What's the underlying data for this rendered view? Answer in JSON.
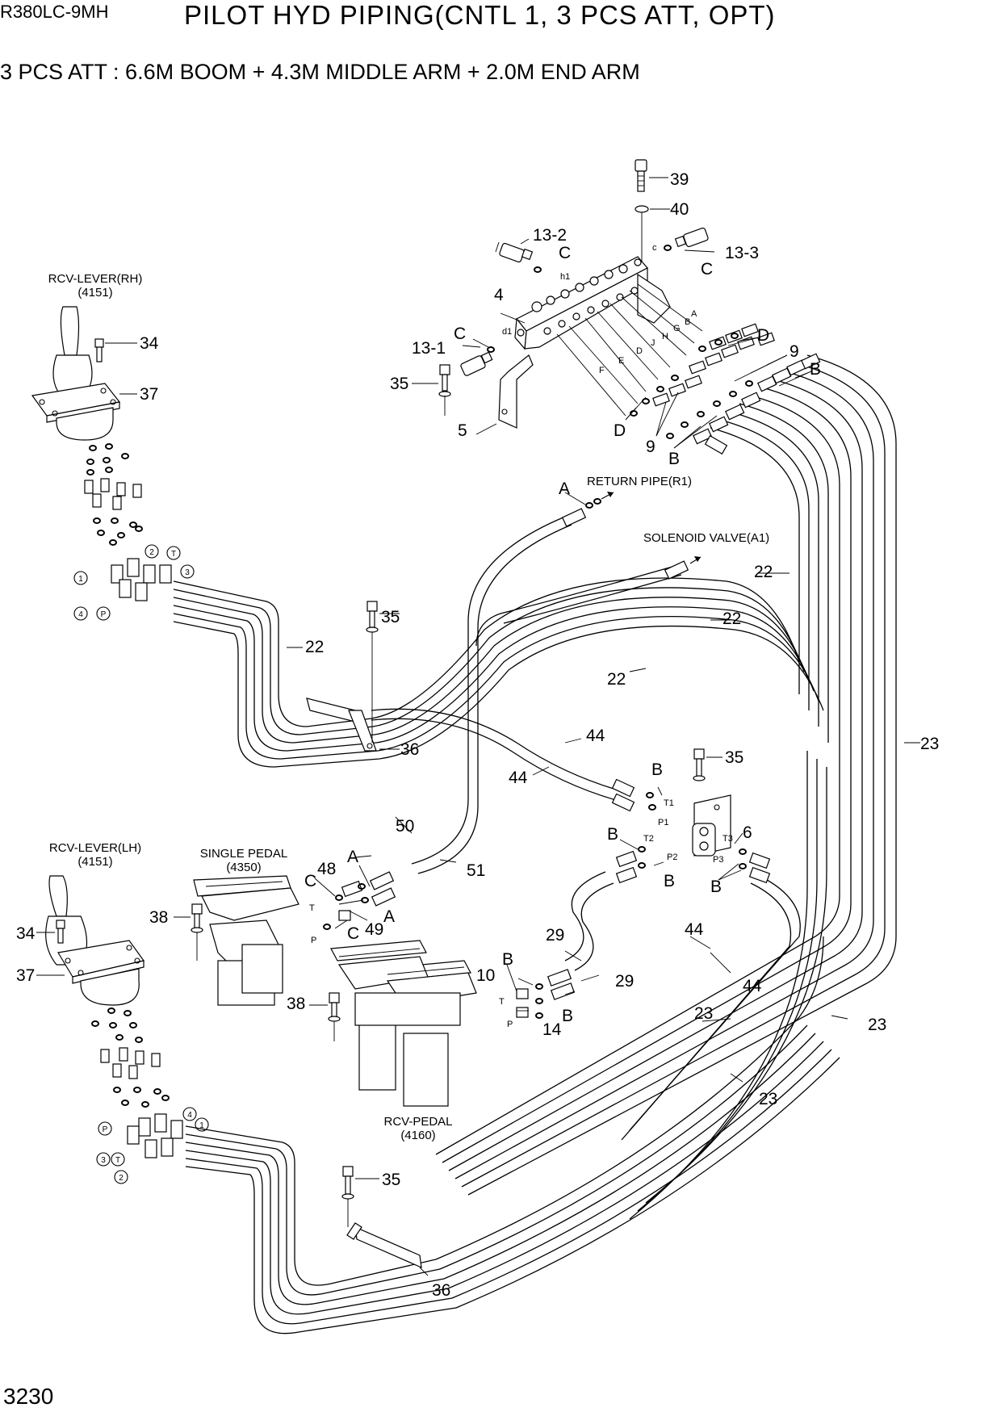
{
  "header": {
    "model": "R380LC-9MH",
    "title": "PILOT HYD PIPING(CNTL 1, 3 PCS ATT, OPT)",
    "subtitle": "3 PCS ATT : 6.6M BOOM + 4.3M MIDDLE ARM + 2.0M END ARM"
  },
  "page_number": "3230",
  "components": {
    "rcv_lever_rh": {
      "name": "RCV-LEVER(RH)",
      "code": "(4151)"
    },
    "rcv_lever_lh": {
      "name": "RCV-LEVER(LH)",
      "code": "(4151)"
    },
    "single_pedal": {
      "name": "SINGLE PEDAL",
      "code": "(4350)"
    },
    "rcv_pedal": {
      "name": "RCV-PEDAL",
      "code": "(4160)"
    },
    "return_pipe": "RETURN PIPE(R1)",
    "solenoid_valve": "SOLENOID VALVE(A1)"
  },
  "callouts": {
    "p39": "39",
    "p40": "40",
    "p13_2": "13-2",
    "p13_3": "13-3",
    "p13_1": "13-1",
    "p4": "4",
    "p5": "5",
    "p35": "35",
    "p34": "34",
    "p37": "37",
    "p36": "36",
    "p22": "22",
    "p23": "23",
    "p44": "44",
    "p50": "50",
    "p51": "51",
    "p48": "48",
    "p49": "49",
    "p38": "38",
    "p29": "29",
    "p10": "10",
    "p14": "14",
    "p6": "6",
    "p9": "9",
    "A": "A",
    "B": "B",
    "C": "C",
    "D": "D"
  },
  "port_labels": {
    "c_lower": "c",
    "h1": "h1",
    "d1": "d1",
    "A": "A",
    "B": "B",
    "G": "G",
    "H": "H",
    "J": "J",
    "D": "D",
    "E": "E",
    "F": "F",
    "T1": "T1",
    "T2": "T2",
    "T3": "T3",
    "P1": "P1",
    "P2": "P2",
    "P3": "P3",
    "T": "T",
    "P": "P"
  },
  "circled_ports": {
    "p1": "1",
    "p2": "2",
    "p3": "3",
    "p4": "4",
    "P": "P",
    "T": "T"
  }
}
